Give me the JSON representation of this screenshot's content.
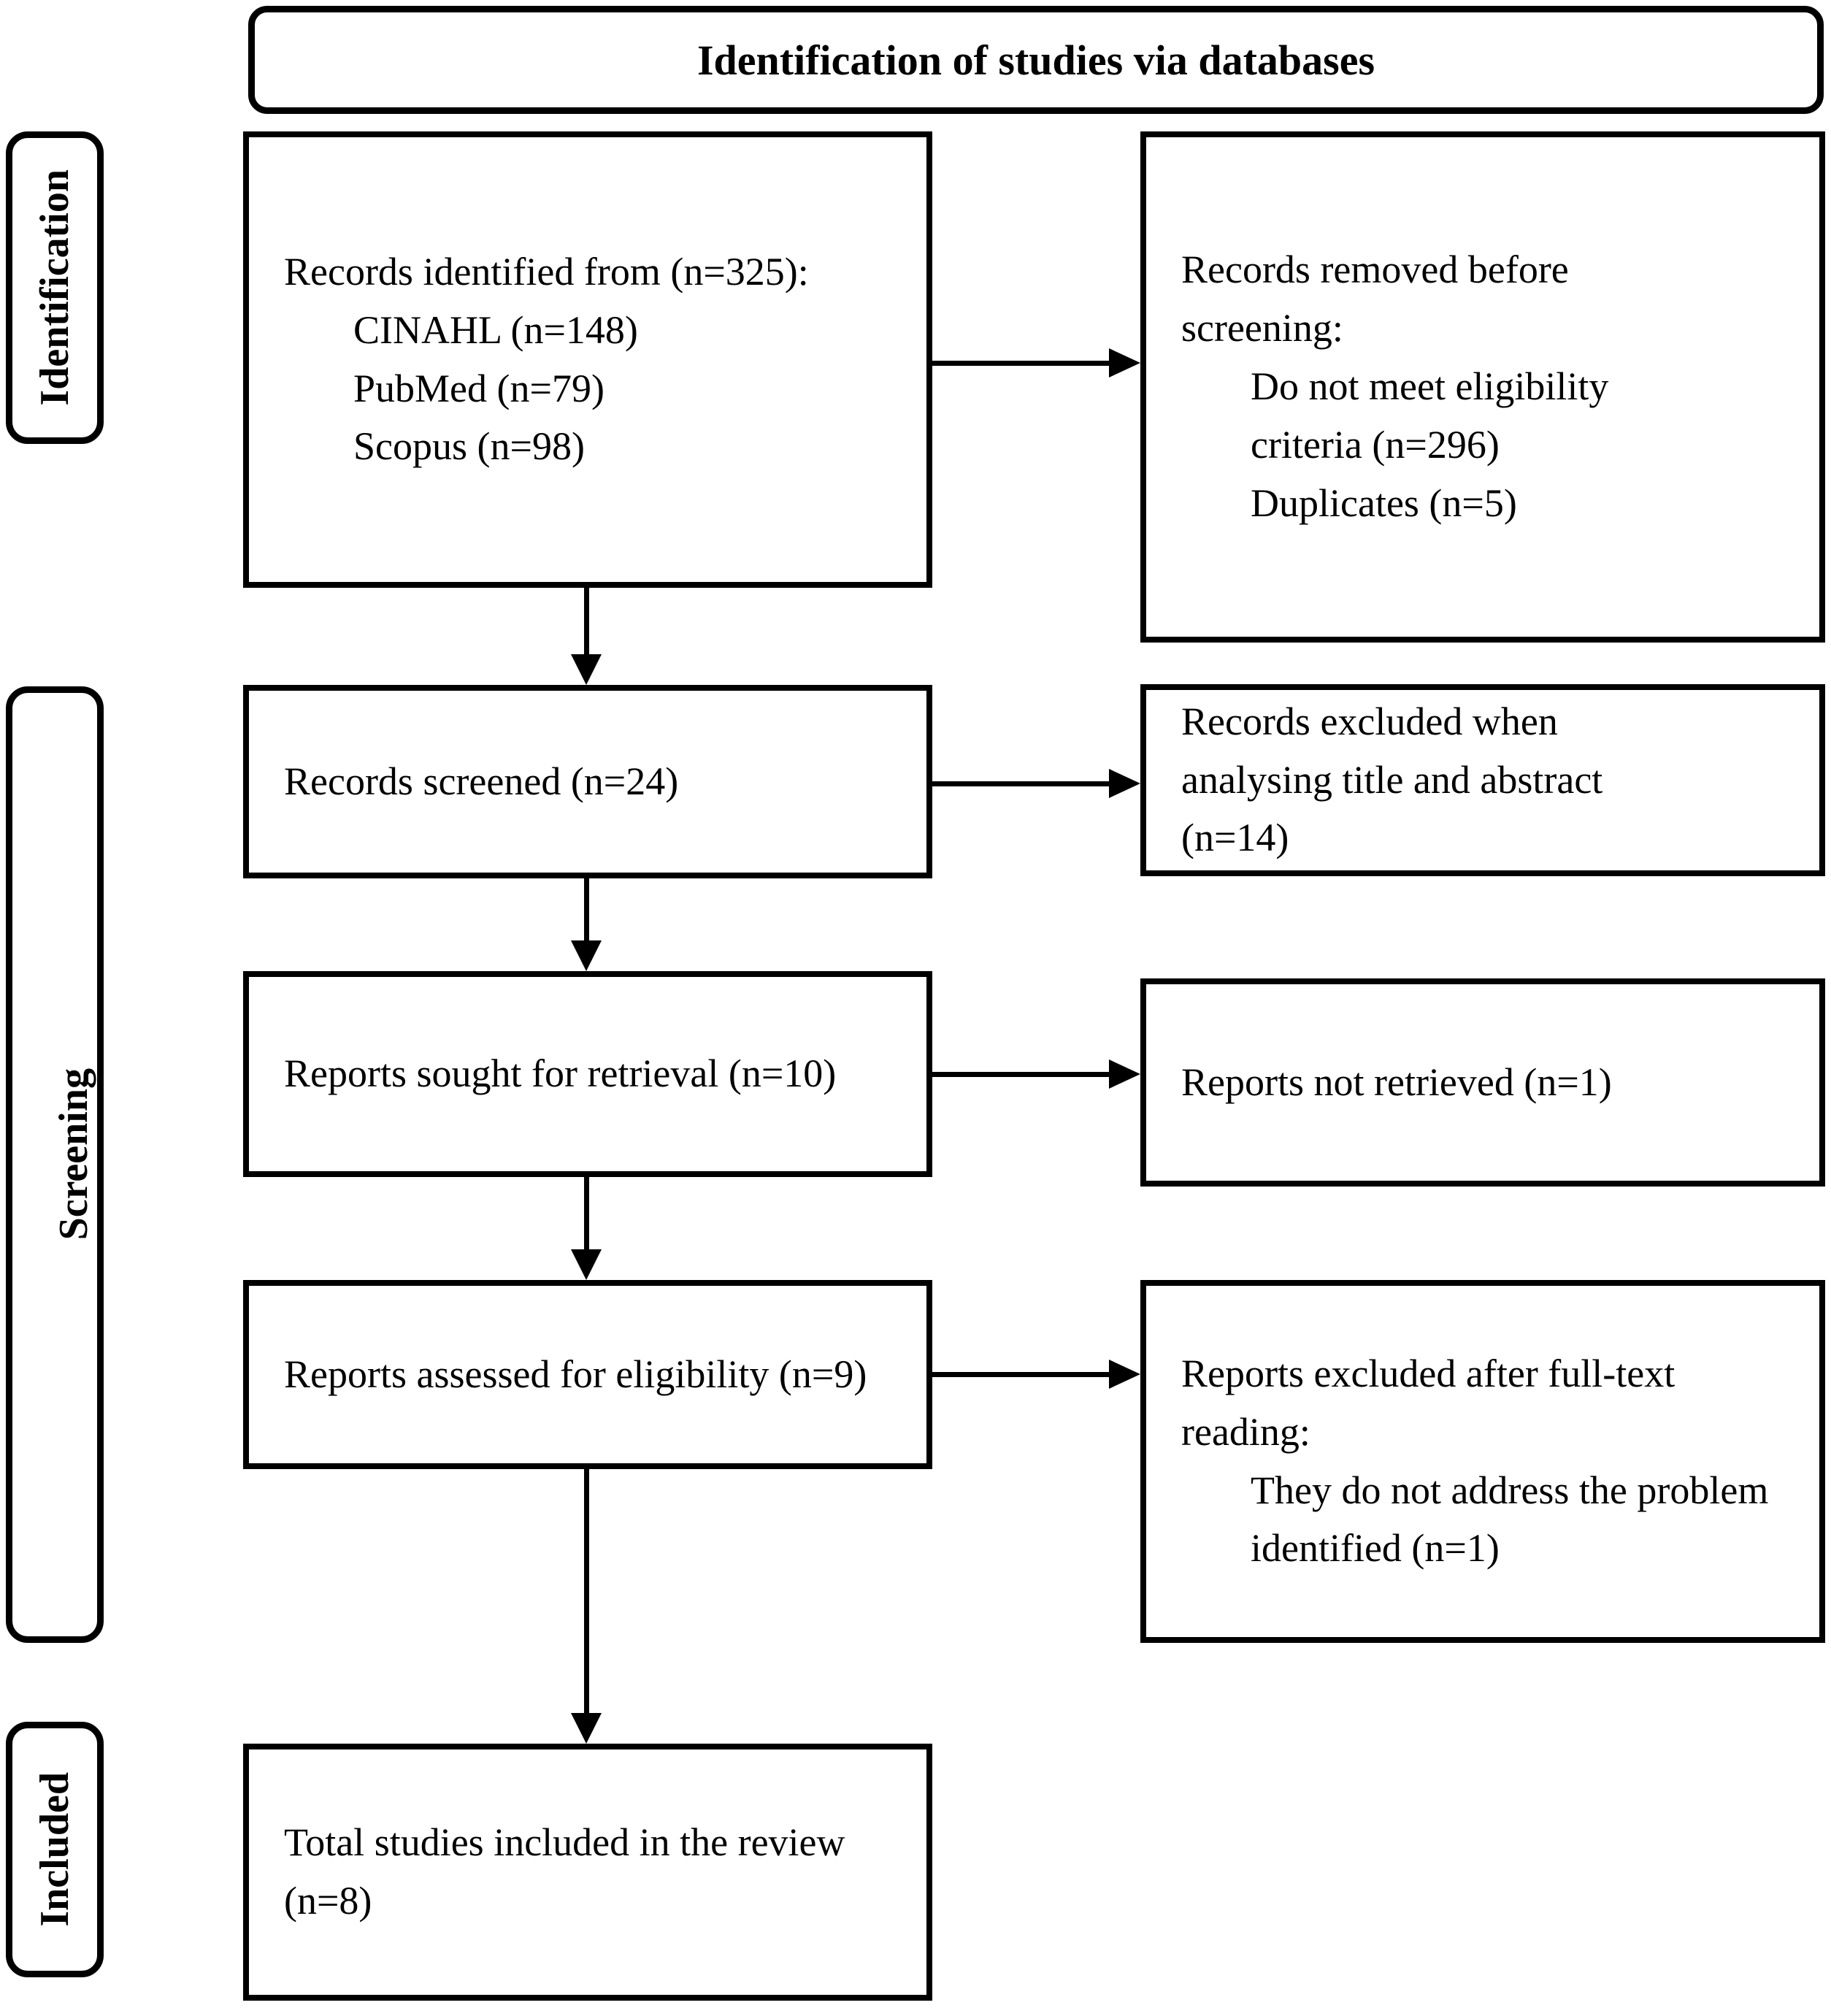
{
  "header": {
    "title": "Identification of studies via databases"
  },
  "side_labels": [
    {
      "id": "identification",
      "label": "Identification"
    },
    {
      "id": "screening",
      "label": "Screening"
    },
    {
      "id": "included",
      "label": "Included"
    }
  ],
  "boxes": {
    "records_identified": {
      "lines": [
        "Records identified from (n=325):",
        "CINAHL (n=148)",
        "PubMed (n=79)",
        "Scopus (n=98)"
      ]
    },
    "records_removed": {
      "lines": [
        "Records removed before screening:",
        "Do not meet eligibility criteria (n=296)",
        "Duplicates (n=5)"
      ]
    },
    "records_screened": {
      "lines": [
        "Records screened (n=24)"
      ]
    },
    "records_excluded_title_abstract": {
      "lines": [
        "Records excluded when analysing title and abstract (n=14)"
      ]
    },
    "reports_sought": {
      "lines": [
        "Reports sought for retrieval (n=10)"
      ]
    },
    "reports_not_retrieved": {
      "lines": [
        "Reports not retrieved (n=1)"
      ]
    },
    "reports_assessed": {
      "lines": [
        "Reports assessed for eligibility (n=9)"
      ]
    },
    "reports_excluded_fulltext": {
      "lines": [
        "Reports excluded after full-text reading:",
        "They do not address the problem identified (n=1)"
      ]
    },
    "total_included": {
      "lines": [
        "Total studies included in the review (n=8)"
      ]
    }
  },
  "colors": {
    "ink": "#000000",
    "background": "#ffffff"
  }
}
